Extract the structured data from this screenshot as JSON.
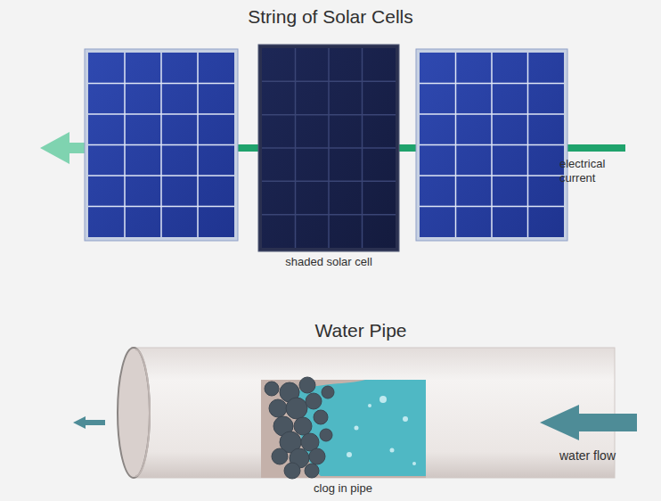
{
  "diagram": {
    "labels": [
      "String of Solar Cells",
      "electrical current",
      "shaded solar cell",
      "Water Pipe",
      "water flow",
      "clog in pipe"
    ]
  }
}
